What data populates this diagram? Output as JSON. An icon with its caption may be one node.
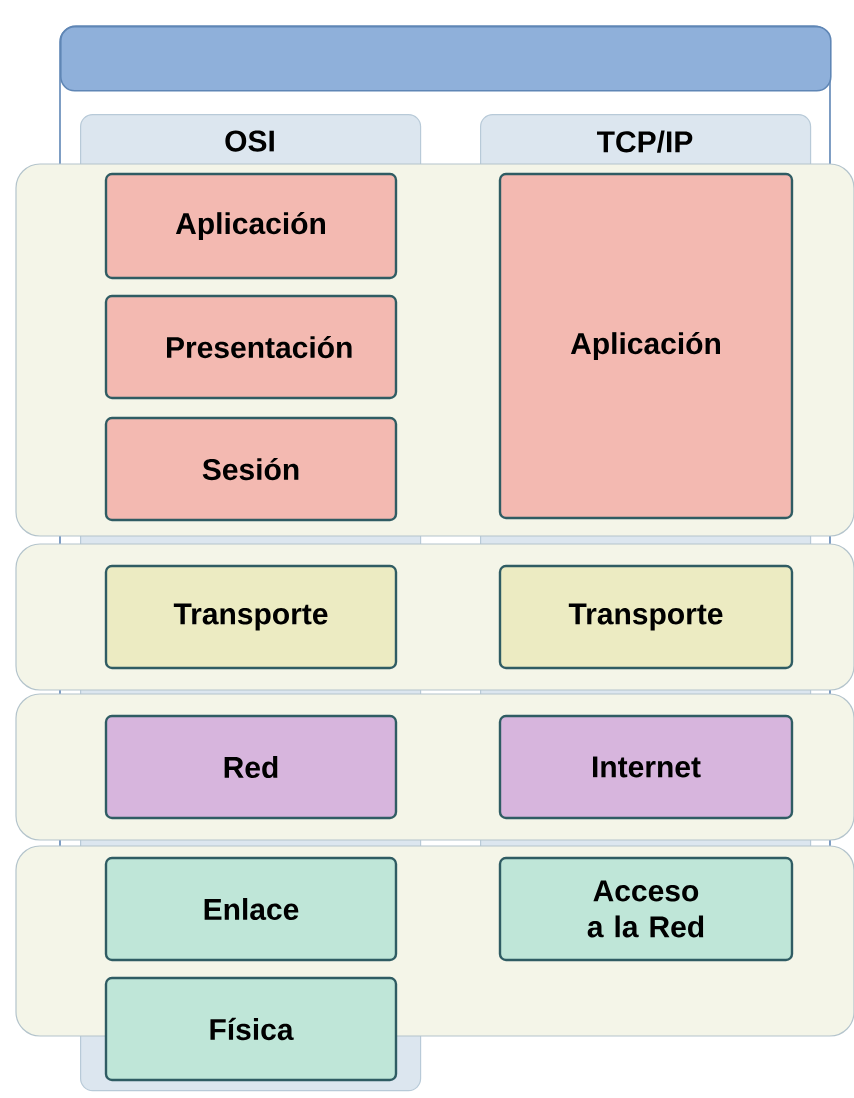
{
  "diagram": {
    "nodes": [
      {
        "text": [
          "OSI"
        ]
      },
      {
        "text": [
          "Aplicación"
        ],
        "in": 0
      },
      {
        "text": [
          "Presentación"
        ],
        "in": 0
      },
      {
        "text": [
          "Sesión"
        ],
        "in": 0
      },
      {
        "text": [
          "Transporte"
        ],
        "in": 0
      },
      {
        "text": [
          "Red"
        ],
        "in": 0
      },
      {
        "text": [
          "Enlace"
        ],
        "in": 0
      },
      {
        "text": [
          "Física"
        ],
        "in": 0
      },
      {
        "text": [
          "TCP/IP"
        ]
      },
      {
        "text": [
          "Aplicación"
        ],
        "in": 8
      },
      {
        "text": [
          "Transporte"
        ],
        "in": 8
      },
      {
        "text": [
          "Internet"
        ],
        "in": 8
      },
      {
        "text": [
          "Acceso a la Red"
        ],
        "in": 8
      },
      {
        "text": [],
        "shape": "bar"
      }
    ]
  }
}
